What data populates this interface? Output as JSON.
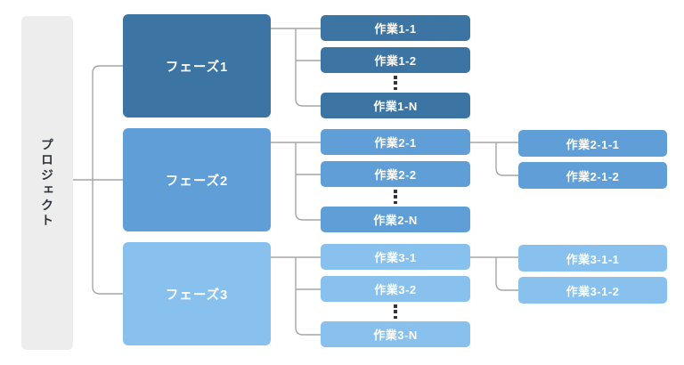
{
  "root": {
    "label": "プロジェクト"
  },
  "phases": [
    {
      "label": "フェーズ1",
      "tasks": [
        "作業1-1",
        "作業1-2",
        "作業1-N"
      ],
      "subtasks": []
    },
    {
      "label": "フェーズ2",
      "tasks": [
        "作業2-1",
        "作業2-2",
        "作業2-N"
      ],
      "subtasks": [
        "作業2-1-1",
        "作業2-1-2"
      ]
    },
    {
      "label": "フェーズ3",
      "tasks": [
        "作業3-1",
        "作業3-2",
        "作業3-N"
      ],
      "subtasks": [
        "作業3-1-1",
        "作業3-1-2"
      ]
    }
  ],
  "palette": {
    "phase1": "#3c74a4",
    "phase2": "#5f9ed6",
    "phase3": "#89c1ee",
    "root_bg": "#ededed",
    "line": "#a6a6a6",
    "dark_text": "#30343d",
    "box_text": "#ffffff"
  }
}
